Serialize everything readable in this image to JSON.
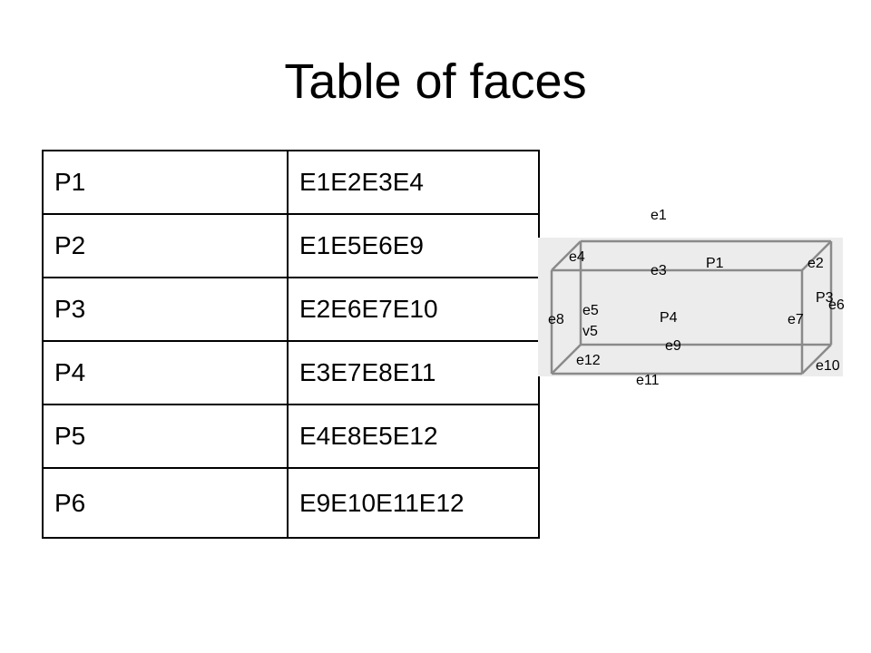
{
  "slide": {
    "title": "Table of faces"
  },
  "faces_table": {
    "rows": [
      {
        "face": "P1",
        "edges": "E1E2E3E4"
      },
      {
        "face": "P2",
        "edges": "E1E5E6E9"
      },
      {
        "face": "P3",
        "edges": "E2E6E7E10"
      },
      {
        "face": "P4",
        "edges": "E3E7E8E11"
      },
      {
        "face": "P5",
        "edges": "E4E8E5E12"
      },
      {
        "face": "P6",
        "edges": "E9E10E11E12"
      }
    ]
  },
  "diagram": {
    "labels": {
      "e1": "e1",
      "e2": "e2",
      "e3": "e3",
      "e4": "e4",
      "e5": "e5",
      "e6": "e6",
      "e7": "e7",
      "e8": "e8",
      "e9": "e9",
      "e10": "e10",
      "e11": "e11",
      "e12": "e12",
      "p1": "P1",
      "p3": "P3",
      "p4": "P4",
      "v5": "v5"
    }
  }
}
